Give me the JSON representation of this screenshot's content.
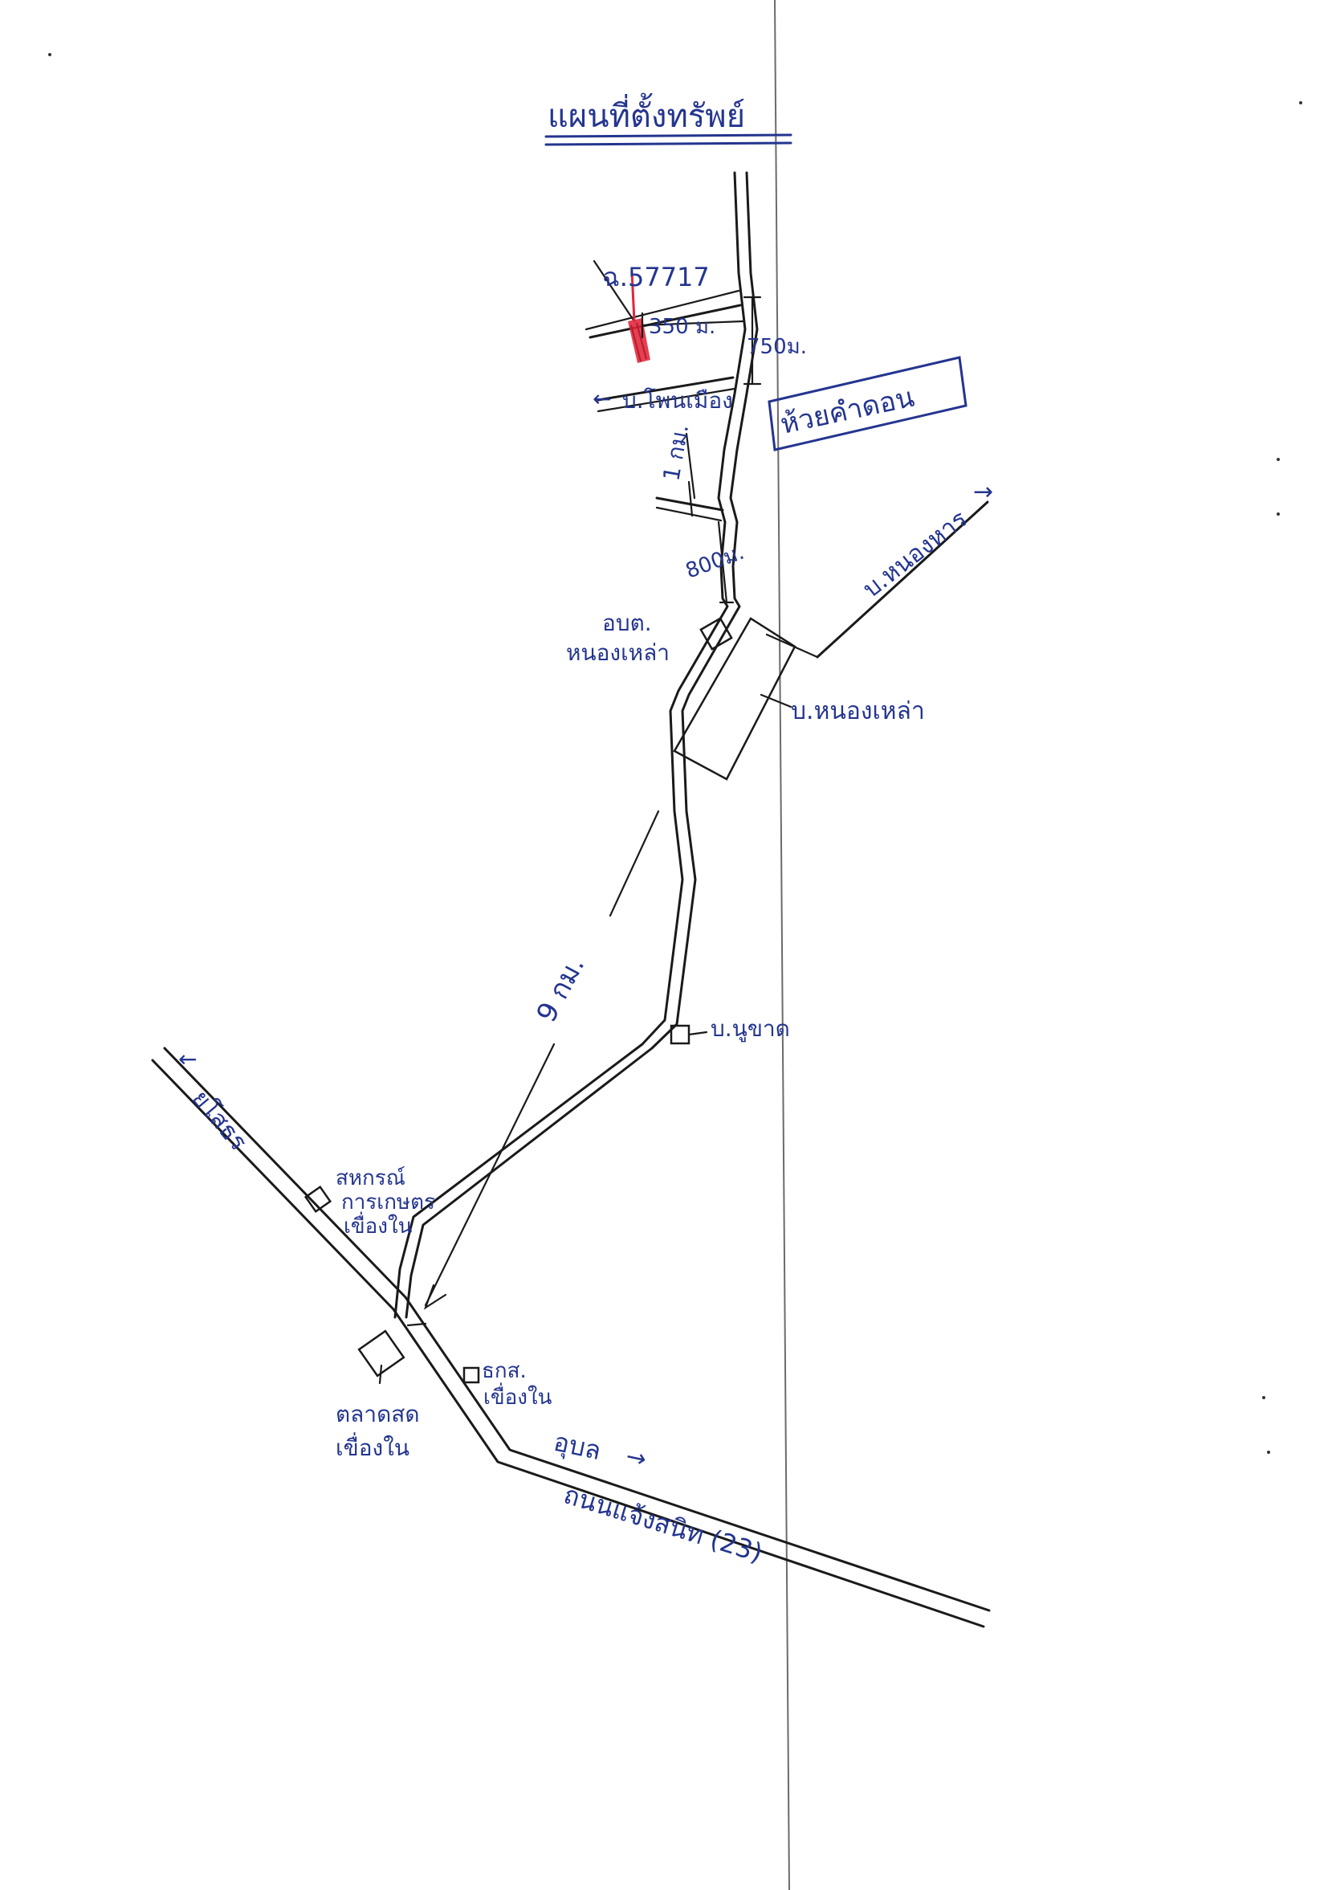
{
  "title": "แผนที่ตั้งทรัพย์",
  "parcel": {
    "label": "ฉ.57717",
    "marker_color": "#e0263a"
  },
  "distances": {
    "d350": "350 ม.",
    "d750": "750ม.",
    "d1km": "1 กม.",
    "d800": "800ม.",
    "d9km": "9 กม."
  },
  "places": {
    "ban_pho_muang": "บ.โพนเมือง",
    "huai_kham_don": "ห้วยคำดอน",
    "ban_nong_han": "บ.หนองหาร",
    "obt_line1": "อบต.",
    "obt_line2": "หนองเหล่า",
    "ban_nong_lao": "บ.หนองเหล่า",
    "ban_nong_khat": "บ.นูขาด",
    "yasothon": "ยโสธร",
    "coop_line1": "สหกรณ์",
    "coop_line2": "การเกษตร",
    "coop_line3": "เขื่องใน",
    "baac_line1": "ธกส.",
    "baac_line2": "เขื่องใน",
    "market_line1": "ตลาดสด",
    "market_line2": "เขื่องใน",
    "ubon": "อุบล",
    "highway": "ถนนแจ้งสนิท (23)"
  },
  "colors": {
    "ink": "#24358f",
    "line": "#1a1a1a",
    "fold": "#6b6b6b"
  }
}
